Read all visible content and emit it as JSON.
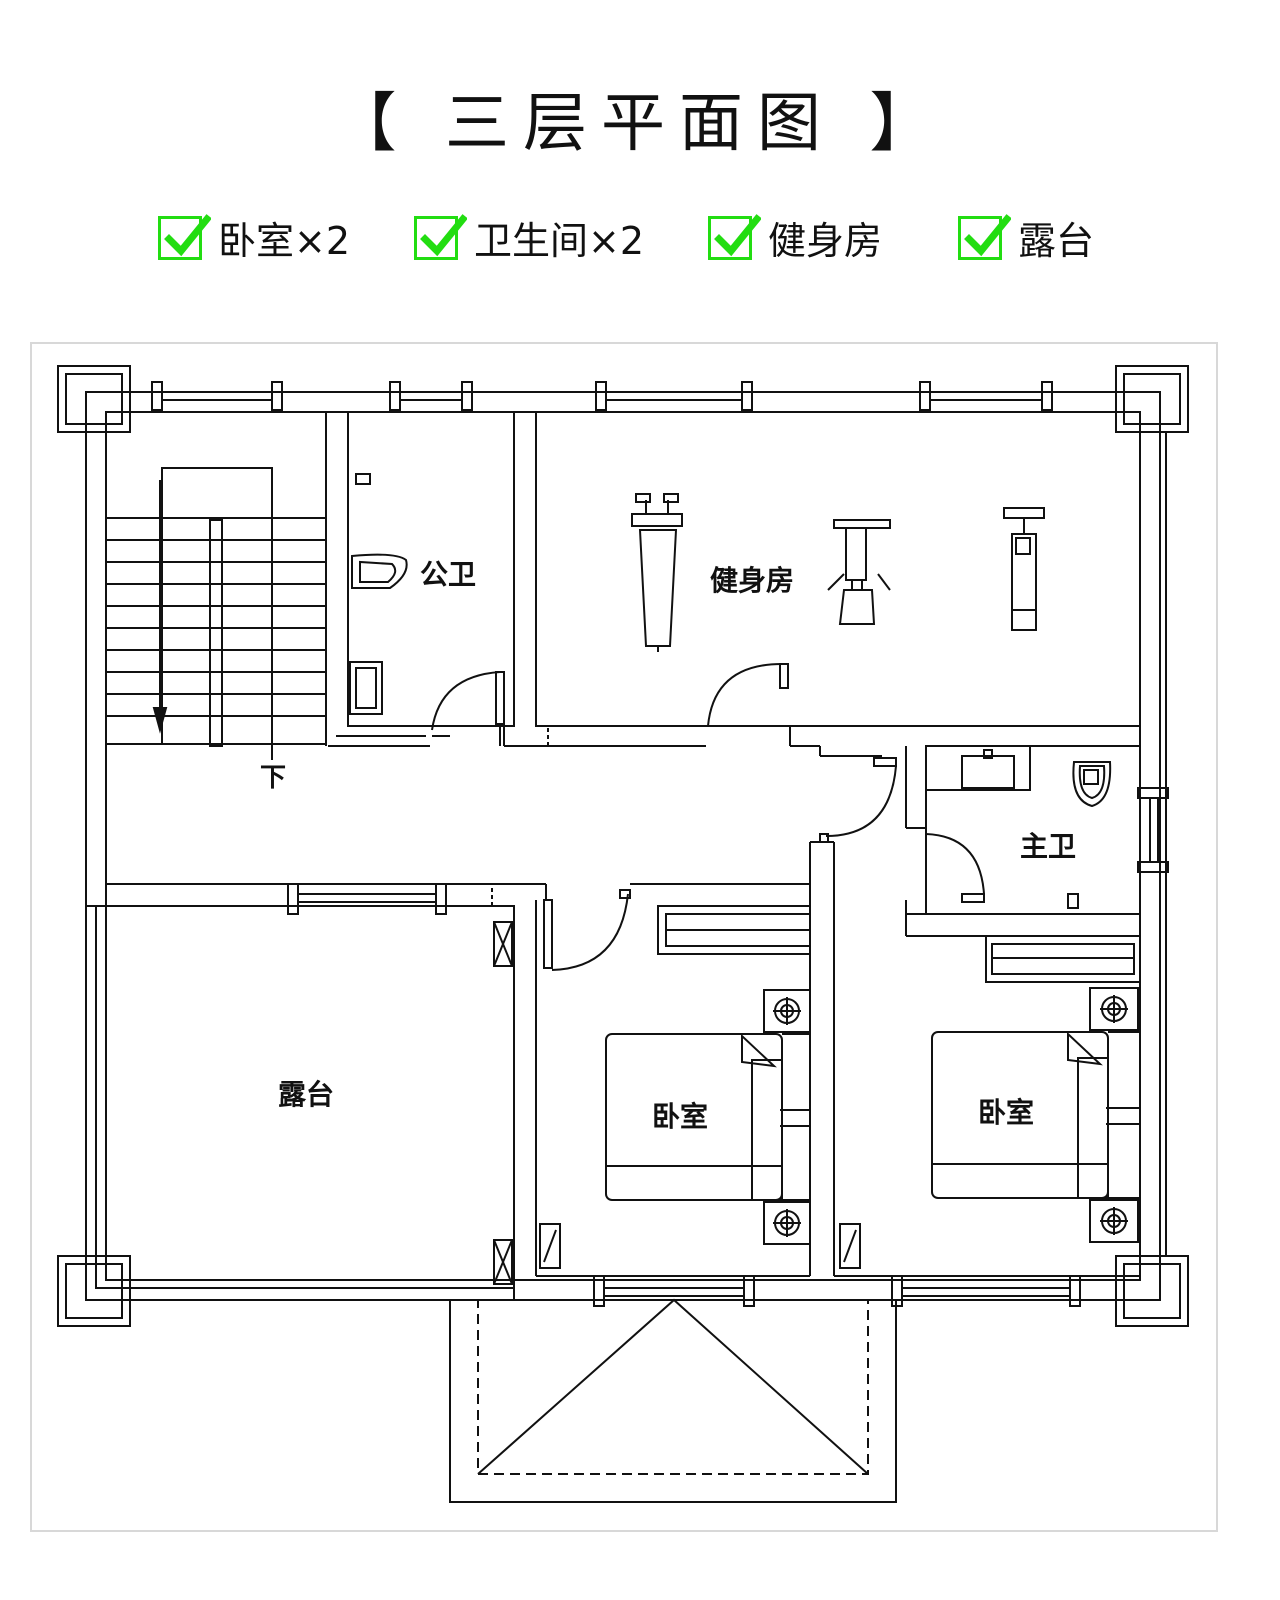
{
  "title": "【 三层平面图 】",
  "features": [
    {
      "label": "卧室×2",
      "icon": "check-icon"
    },
    {
      "label": "卫生间×2",
      "icon": "check-icon"
    },
    {
      "label": "健身房",
      "icon": "check-icon"
    },
    {
      "label": "露台",
      "icon": "check-icon"
    }
  ],
  "rooms": {
    "public_bath": "公卫",
    "gym": "健身房",
    "master_bath": "主卫",
    "terrace": "露台",
    "bedroom_left": "卧室",
    "bedroom_right": "卧室",
    "stair_down": "下"
  },
  "colors": {
    "check": "#22dd11",
    "line": "#111111",
    "frame": "#d8d8d8"
  }
}
